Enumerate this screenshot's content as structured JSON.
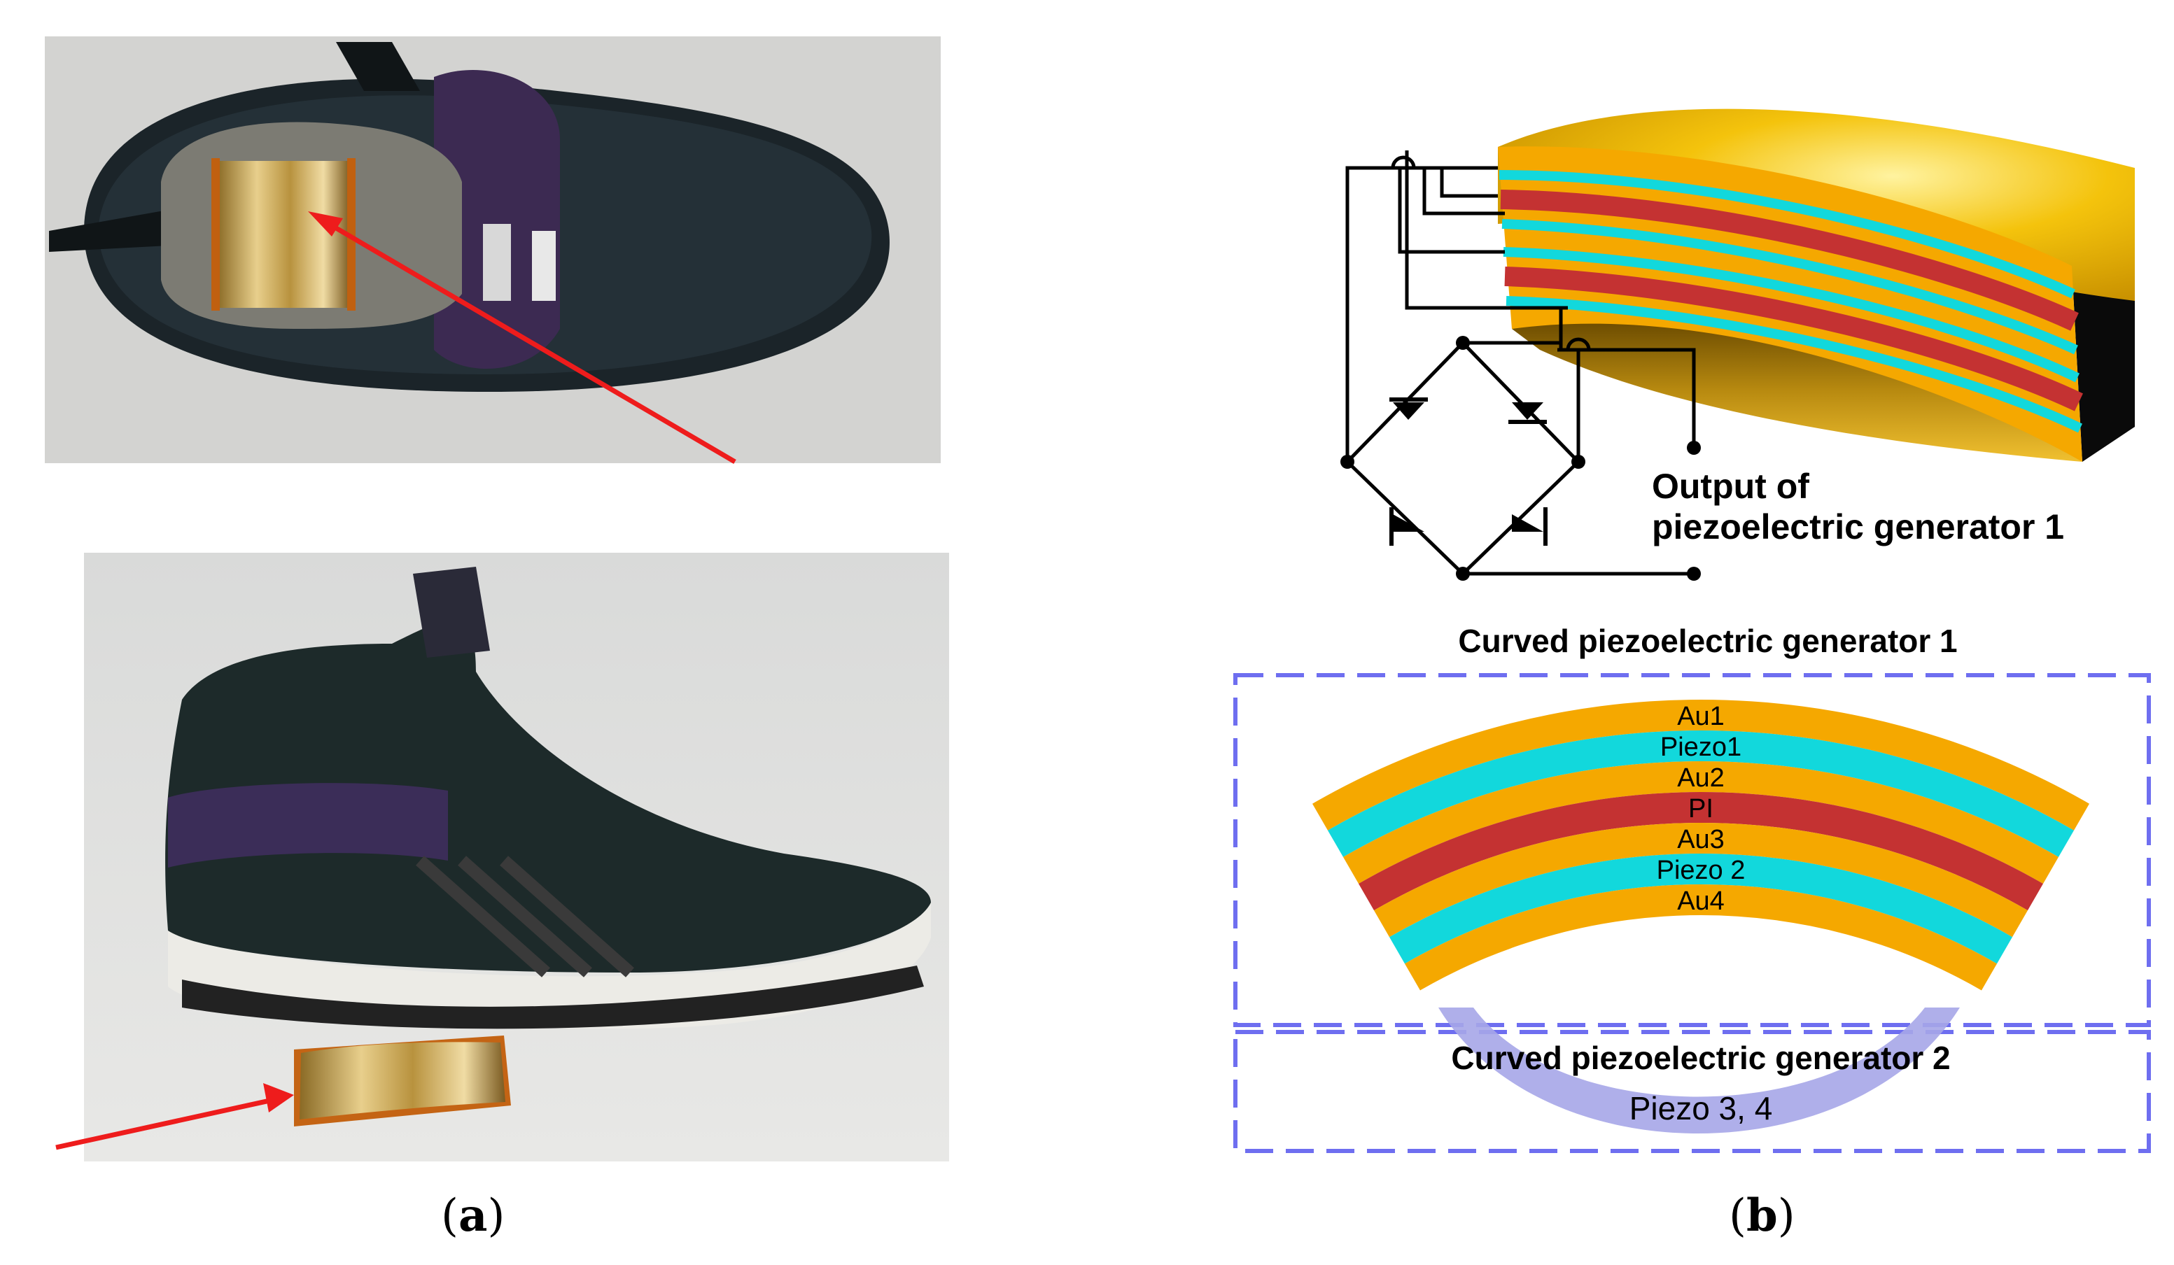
{
  "panel_a": {
    "caption_open": "(",
    "caption_letter": "a",
    "caption_close": ")",
    "photo_top": "shoe-top-view-photo",
    "photo_side": "shoe-side-view-photo"
  },
  "panel_b": {
    "caption_open": "(",
    "caption_letter": "b",
    "caption_close": ")",
    "output_label_line1": "Output of",
    "output_label_line2": "piezoelectric generator 1",
    "gen1_title": "Curved piezoelectric generator 1",
    "gen2_title": "Curved piezoelectric generator 2",
    "gen2_layer": "Piezo 3, 4",
    "layers": [
      "Au1",
      "Piezo1",
      "Au2",
      "PI",
      "Au3",
      "Piezo 2",
      "Au4"
    ]
  },
  "colors": {
    "gold": "#F5A800",
    "cyan": "#12D8DC",
    "red": "#C43232",
    "dash_blue": "#6E6EF0",
    "piezo34": "#A6A6E8",
    "arrow": "#EE1C1C"
  }
}
